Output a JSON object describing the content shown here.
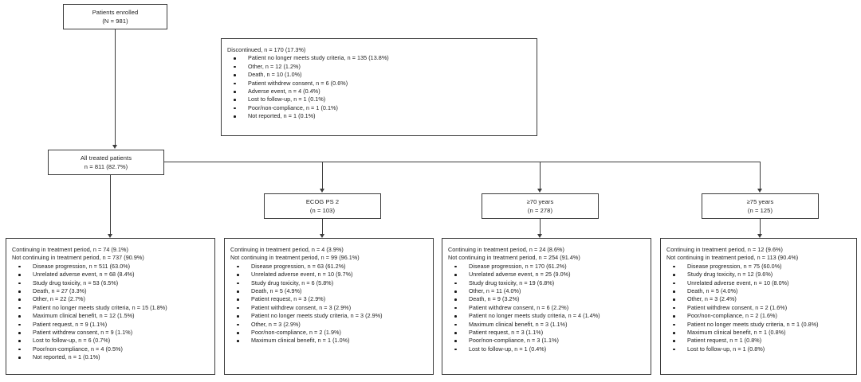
{
  "diagram": {
    "title": "Patient disposition flow diagram",
    "accent_color": "#3c3c3c",
    "background_color": "#ffffff"
  },
  "nodes": {
    "enrolled": {
      "line1": "Patients enrolled",
      "line2": "(N = 981)"
    },
    "discontinued": {
      "header": "Discontinued, n = 170 (17.3%)",
      "items": [
        "Patient no longer meets study criteria, n = 135 (13.8%)",
        "Other, n = 12 (1.2%)",
        "Death, n = 10 (1.0%)",
        "Patient withdrew consent, n = 6 (0.6%)",
        "Adverse event, n = 4 (0.4%)",
        "Lost to follow-up, n = 1 (0.1%)",
        "Poor/non-compliance, n = 1 (0.1%)",
        "Not reported, n = 1 (0.1%)"
      ]
    },
    "all_treated": {
      "line1": "All treated patients",
      "line2": "n = 811 (82.7%)"
    },
    "ecog": {
      "line1": "ECOG PS 2",
      "line2": "(n = 103)"
    },
    "age70": {
      "line1": "≥70 years",
      "line2": "(n = 278)"
    },
    "age75": {
      "line1": "≥75 years",
      "line2": "(n = 125)"
    }
  },
  "outcomes": {
    "all_treated": {
      "header1": "Continuing in treatment period, n = 74 (9.1%)",
      "header2": "Not continuing in treatment period, n = 737 (90.9%)",
      "items": [
        "Disease progression, n = 511 (63.0%)",
        "Unrelated adverse event, n = 68 (8.4%)",
        "Study drug toxicity, n = 53 (6.5%)",
        "Death, n = 27 (3.3%)",
        "Other, n = 22 (2.7%)",
        "Patient no longer meets study criteria, n = 15 (1.8%)",
        "Maximum clinical benefit, n = 12 (1.5%)",
        "Patient request, n = 9 (1.1%)",
        "Patient withdrew consent, n = 9 (1.1%)",
        "Lost to follow-up, n = 6 (0.7%)",
        "Poor/non-compliance, n = 4 (0.5%)",
        "Not reported, n = 1 (0.1%)"
      ]
    },
    "ecog": {
      "header1": "Continuing in treatment period, n = 4 (3.9%)",
      "header2": "Not continuing in treatment period, n = 99 (96.1%)",
      "items": [
        "Disease progression, n = 63 (61.2%)",
        "Unrelated adverse event, n = 10 (9.7%)",
        "Study drug toxicity, n = 6 (5.8%)",
        "Death, n = 5 (4.9%)",
        "Patient request, n = 3 (2.9%)",
        "Patient withdrew consent, n = 3 (2.9%)",
        "Patient no longer meets study criteria, n = 3 (2.9%)",
        "Other, n = 3 (2.9%)",
        "Poor/non-compliance, n = 2 (1.9%)",
        "Maximum clinical benefit, n = 1 (1.0%)"
      ]
    },
    "age70": {
      "header1": "Continuing in treatment period, n = 24 (8.6%)",
      "header2": "Not continuing in treatment period, n = 254 (91.4%)",
      "items": [
        "Disease progression, n = 170 (61.2%)",
        "Unrelated adverse event, n = 25 (9.0%)",
        "Study drug toxicity, n = 19 (6.8%)",
        "Other, n = 11 (4.0%)",
        "Death, n = 9 (3.2%)",
        "Patient withdrew consent, n = 6 (2.2%)",
        "Patient no longer meets study criteria, n = 4 (1.4%)",
        "Maximum clinical benefit, n = 3 (1.1%)",
        "Patient request, n = 3 (1.1%)",
        "Poor/non-compliance, n = 3 (1.1%)",
        "Lost to follow-up, n = 1 (0.4%)"
      ]
    },
    "age75": {
      "header1": "Continuing in treatment period, n = 12 (9.6%)",
      "header2": "Not continuing in treatment period, n = 113 (90.4%)",
      "items": [
        "Disease progression, n = 75 (60.0%)",
        "Study drug toxicity, n = 12 (9.6%)",
        "Unrelated adverse event, n = 10 (8.0%)",
        "Death, n = 5 (4.0%)",
        "Other, n = 3 (2.4%)",
        "Patient withdrew consent, n = 2 (1.6%)",
        "Poor/non-compliance, n = 2 (1.6%)",
        "Patient no longer meets study criteria, n = 1 (0.8%)",
        "Maximum clinical benefit, n = 1 (0.8%)",
        "Patient request, n = 1 (0.8%)",
        "Lost to follow-up, n = 1 (0.8%)"
      ]
    }
  }
}
